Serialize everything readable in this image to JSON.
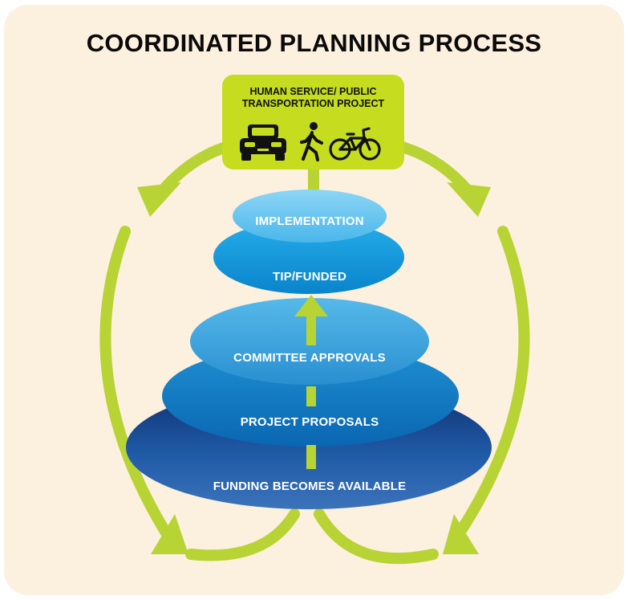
{
  "title": "COORDINATED PLANNING PROCESS",
  "project": {
    "label_line1": "HUMAN SERVICE/ PUBLIC",
    "label_line2": "TRANSPORTATION PROJECT",
    "icons": [
      "car-icon",
      "pedestrian-icon",
      "bicycle-icon"
    ]
  },
  "stages": {
    "implementation": "IMPLEMENTATION",
    "tip_funded": "TIP/FUNDED",
    "committee_approvals": "COMMITTEE APPROVALS",
    "project_proposals": "PROJECT PROPOSALS",
    "funding_available": "FUNDING BECOMES AVAILABLE"
  },
  "colors": {
    "background": "#fcf0df",
    "arrow_green": "#b7d334",
    "box_green": "#c6dc1e",
    "light_blue": "#5cc1ee",
    "mid_blue": "#1aa0de",
    "dark_blue": "#1c4f9a"
  }
}
